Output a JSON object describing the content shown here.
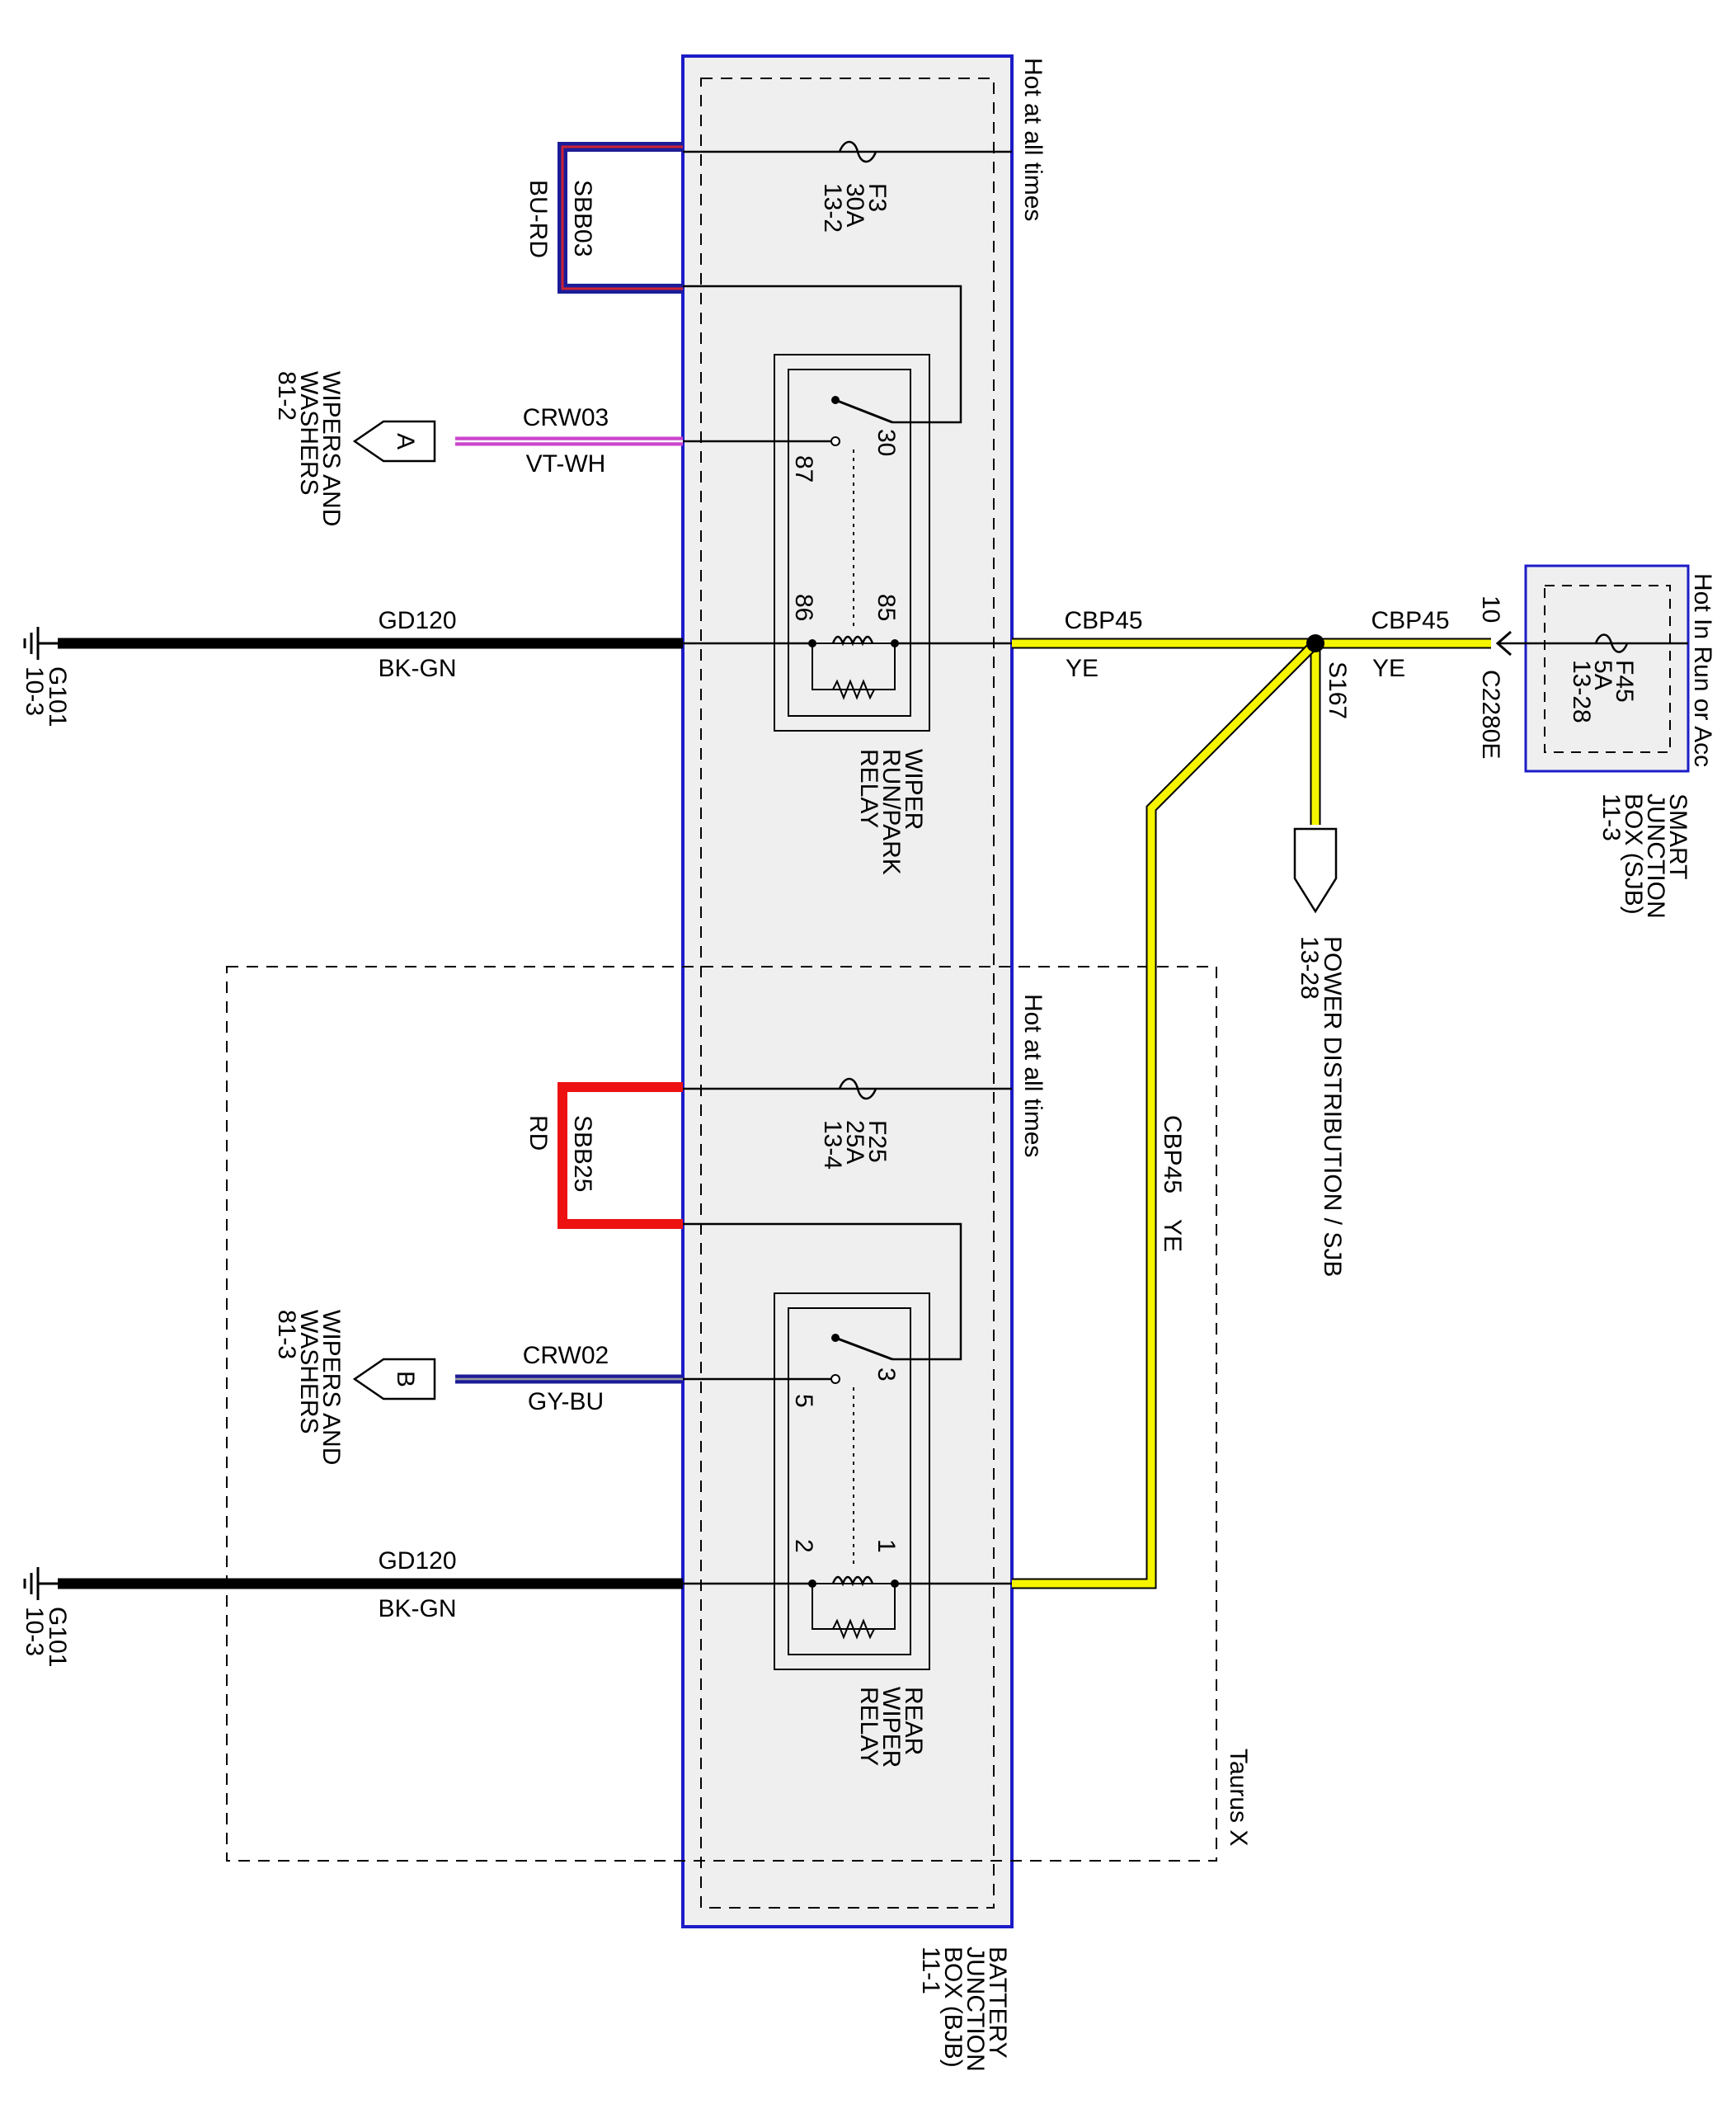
{
  "labels": {
    "hot_top": "Hot at all times",
    "hot_mid": "Hot at all times",
    "hot_sjb": "Hot In Run or Acc",
    "f3_name": "F3",
    "f3_amp": "30A",
    "f3_ref": "13-2",
    "f25_name": "F25",
    "f25_amp": "25A",
    "f25_ref": "13-4",
    "f45_name": "F45",
    "f45_amp": "5A",
    "f45_ref": "13-28",
    "sbb03": "SBB03",
    "bu_rd": "BU-RD",
    "sbb25": "SBB25",
    "rd": "RD",
    "pin30": "30",
    "pin87": "87",
    "pin85": "85",
    "pin86": "86",
    "pin3": "3",
    "pin5": "5",
    "pin1": "1",
    "pin2": "2",
    "crw03": "CRW03",
    "vt_wh": "VT-WH",
    "crw02": "CRW02",
    "gy_bu": "GY-BU",
    "gd120_a": "GD120",
    "bkgn_a": "BK-GN",
    "gd120_b": "GD120",
    "bkgn_b": "BK-GN",
    "g101_a": "G101",
    "g101_a_ref": "10-3",
    "g101_b": "G101",
    "g101_b_ref": "10-3",
    "conn_a": "A",
    "conn_b": "B",
    "ww_a_1": "WIPERS AND",
    "ww_a_2": "WASHERS",
    "ww_a_3": "81-2",
    "ww_b_1": "WIPERS AND",
    "ww_b_2": "WASHERS",
    "ww_b_3": "81-3",
    "wiper_relay_1": "WIPER",
    "wiper_relay_2": "RUN/PARK",
    "wiper_relay_3": "RELAY",
    "rear_relay_1": "REAR",
    "rear_relay_2": "WIPER",
    "rear_relay_3": "RELAY",
    "cbp45_a": "CBP45",
    "ye_a": "YE",
    "cbp45_b": "CBP45",
    "ye_b": "YE",
    "cbp45_c": "CBP45",
    "ye_c": "YE",
    "s167": "S167",
    "pin10": "10",
    "c2280e": "C2280E",
    "pd_1": "POWER DISTRIBUTION / SJB",
    "pd_2": "13-28",
    "sjb_1": "SMART",
    "sjb_2": "JUNCTION",
    "sjb_3": "BOX (SJB)",
    "sjb_4": "11-3",
    "bjb_1": "BATTERY",
    "bjb_2": "JUNCTION",
    "bjb_3": "BOX (BJB)",
    "bjb_4": "11-1",
    "taurus": "Taurus X"
  },
  "colors": {
    "box_outline": "#1c1cc8",
    "box_fill": "#efefef",
    "wire_black": "#000000",
    "wire_yellow": "#f5f500",
    "wire_red": "#ee1111",
    "wire_violet": "#cc44cc",
    "wire_blue": "#1c1c99",
    "wire_gray": "#9a9a9a"
  }
}
